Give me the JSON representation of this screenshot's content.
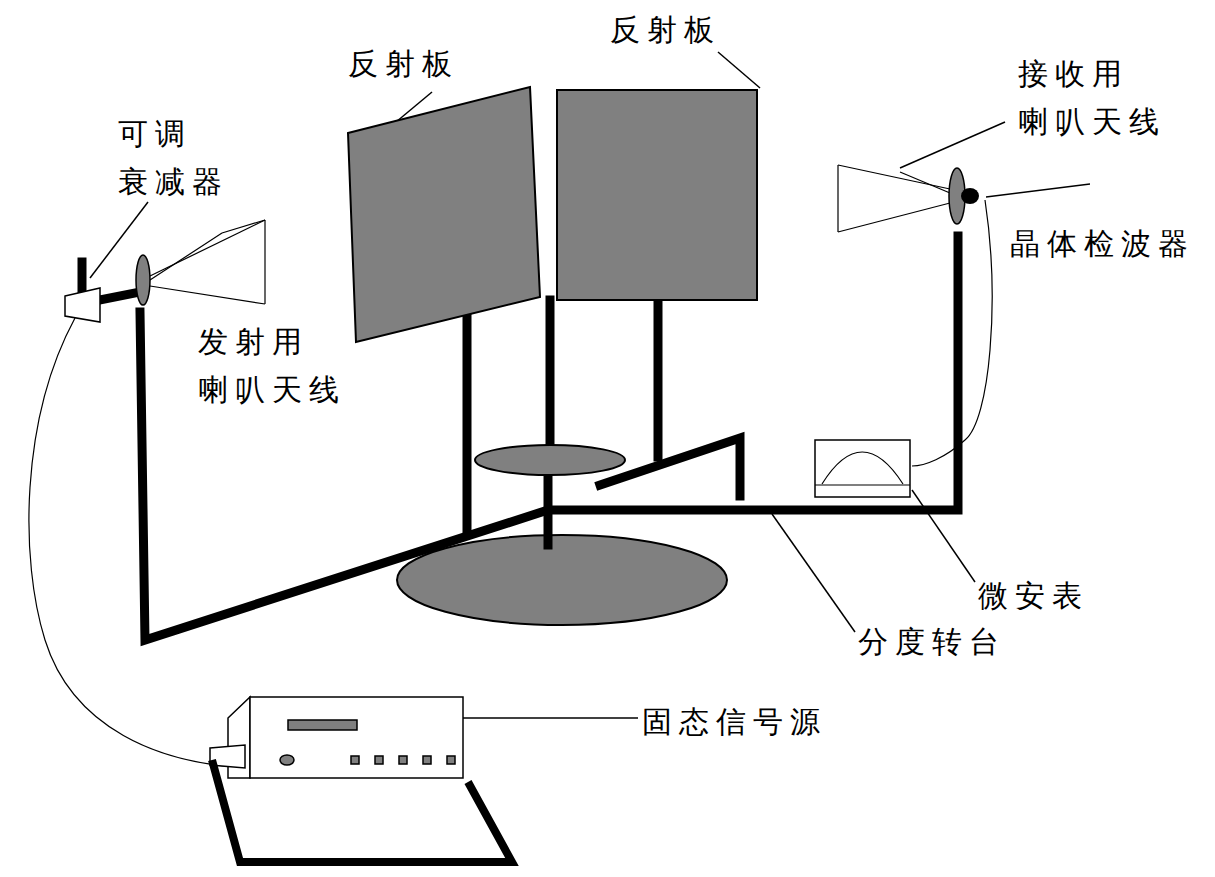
{
  "diagram": {
    "labels": [
      "反射板",
      "反射板",
      "可调 衰减器",
      "接收用 喇叭天线",
      "晶体检波器",
      "发射用 喇叭天线",
      "微安表",
      "分度转台",
      "固态信号源"
    ]
  }
}
